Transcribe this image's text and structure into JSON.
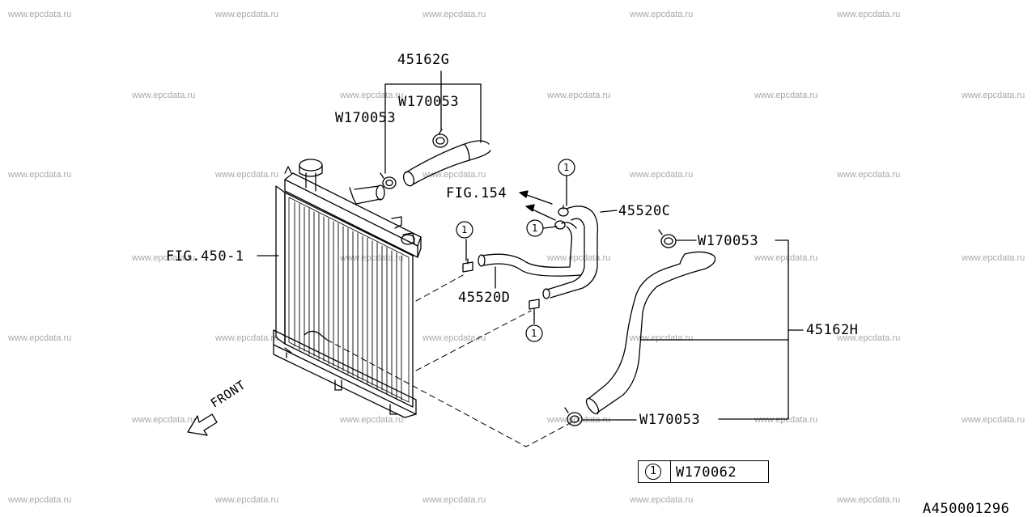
{
  "watermark": "www.epcdata.ru",
  "diagram_id": "A450001296",
  "part_labels": {
    "hose_upper": "45162G",
    "hose_lower": "45162H",
    "hose_c": "45520C",
    "hose_d": "45520D",
    "clamp_1": "W170053",
    "clamp_2": "W170053",
    "clamp_3": "W170053",
    "clamp_4": "W170053",
    "fig_radiator": "FIG.450-1",
    "fig_engine": "FIG.154",
    "front": "FRONT"
  },
  "callout_symbol": "1",
  "legend": {
    "symbol": "1",
    "code": "W170062"
  }
}
